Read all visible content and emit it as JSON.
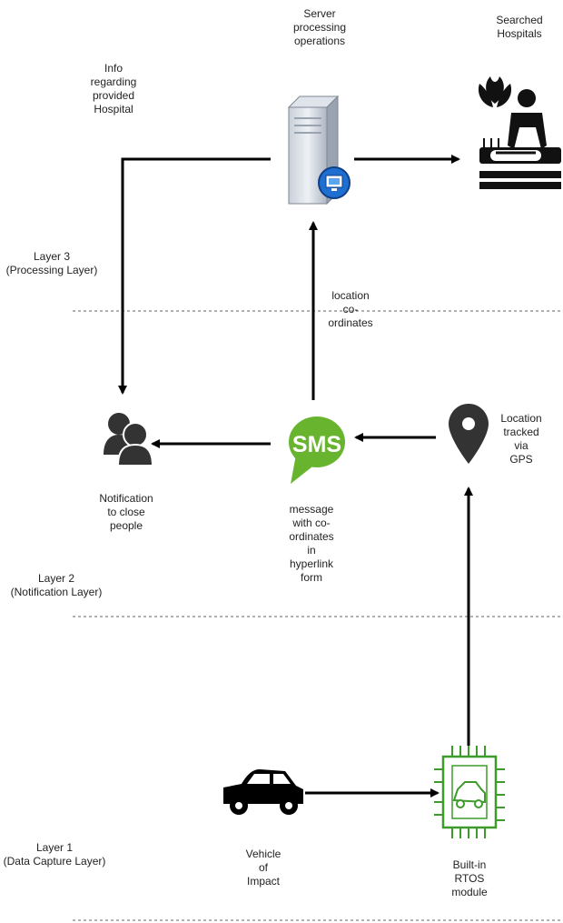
{
  "labels": {
    "server": "Server\nprocessing\noperations",
    "hospitals": "Searched\nHospitals",
    "info": "Info\nregarding\nprovided\nHospital",
    "location_coords": "location\nco-\nordinates",
    "location_tracked": "Location\ntracked via\nGPS",
    "notification": "Notification\nto close\npeople",
    "message": "message\nwith co-\nordinates\nin\nhyperlink\nform",
    "vehicle": "Vehicle\nof\nImpact",
    "rtos": "Built-in\nRTOS\nmodule",
    "sms_text": "SMS"
  },
  "layers": [
    "Layer 3\n(Processing Layer)",
    "Layer 2\n(Notification  Layer)",
    "Layer 1\n(Data Capture Layer)"
  ],
  "colors": {
    "sms_green": "#69b42e",
    "rtos_green": "#3d9a2b",
    "monitor_blue": "#1f6fd1",
    "line": "#000000",
    "dashed": "#666666"
  },
  "icons": [
    "server-icon",
    "hospital-icon",
    "people-icon",
    "sms-icon",
    "location-pin-icon",
    "car-icon",
    "chip-icon"
  ]
}
